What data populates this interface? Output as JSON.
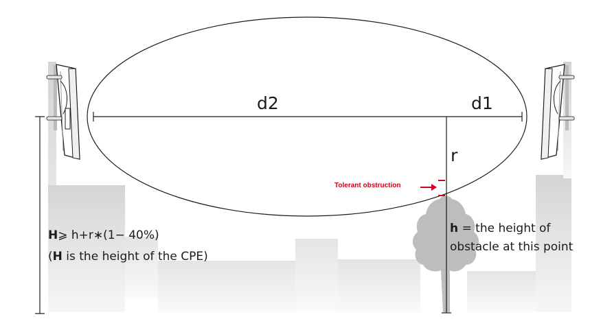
{
  "labels": {
    "d2": "d2",
    "d1": "d1",
    "r": "r",
    "tolerant_obstruction": "Tolerant obstruction",
    "h_prefix": "h",
    "h_definition_line1": " =  the height of",
    "h_definition_line2": "obstacle at this point",
    "formula_H": "H",
    "formula_rest": "⩾ h+r∗(1− 40%)",
    "note_open": "(",
    "note_H": "H",
    "note_rest": " is the height of the CPE)"
  },
  "colors": {
    "line": "#1a1a1a",
    "building_light": "#ececec",
    "building_mid": "#d6d6d6",
    "tree": "#bdbdbd",
    "accent_red": "#d0021b"
  },
  "icons": {
    "left_device": "cpe-antenna-left",
    "right_device": "cpe-antenna-right",
    "tree": "tree-obstacle",
    "arrow": "red-arrow-right"
  }
}
